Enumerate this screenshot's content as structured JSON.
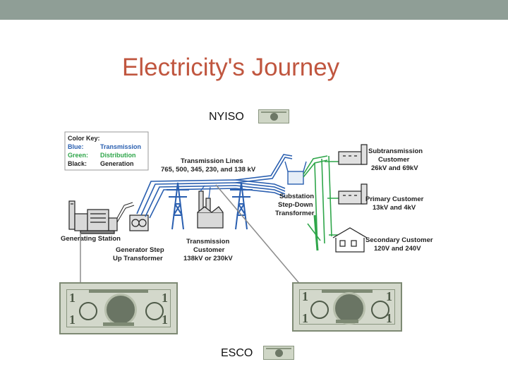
{
  "header": {
    "title": "Electricity's Journey"
  },
  "labels": {
    "nyiso": "NYISO",
    "esco": "ESCO"
  },
  "colors": {
    "title": "#c0563f",
    "topbar": "#8f9e96",
    "transmission": "#2a5fb0",
    "distribution": "#2fa64a",
    "generation": "#222222"
  },
  "diagram": {
    "color_key": {
      "heading": "Color Key:",
      "rows": [
        {
          "color": "Blue:",
          "meaning": "Transmission"
        },
        {
          "color": "Green:",
          "meaning": "Distribution"
        },
        {
          "color": "Black:",
          "meaning": "Generation"
        }
      ]
    },
    "transmission_lines": {
      "line1": "Transmission Lines",
      "line2": "765, 500, 345, 230, and 138 kV"
    },
    "generating_station": "Generating Station",
    "step_up": {
      "line1": "Generator Step",
      "line2": "Up Transformer"
    },
    "transmission_customer": {
      "line1": "Transmission",
      "line2": "Customer",
      "line3": "138kV or 230kV"
    },
    "substation": {
      "line1": "Substation",
      "line2": "Step-Down",
      "line3": "Transformer"
    },
    "subtransmission_customer": {
      "line1": "Subtransmission",
      "line2": "Customer",
      "line3": "26kV and 69kV"
    },
    "primary_customer": {
      "line1": "Primary Customer",
      "line2": "13kV and 4kV"
    },
    "secondary_customer": {
      "line1": "Secondary Customer",
      "line2": "120V and 240V"
    }
  },
  "bills": {
    "denomination": "1"
  }
}
